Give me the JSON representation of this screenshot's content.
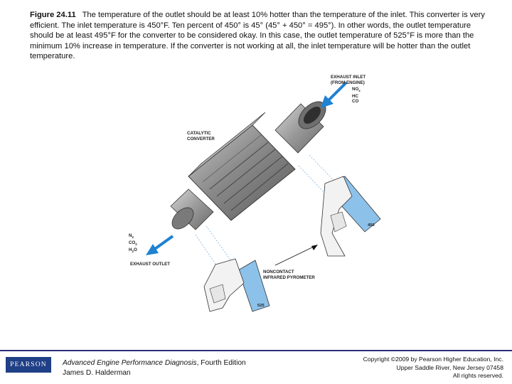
{
  "caption": {
    "figure_label": "Figure 24.11",
    "text": "The temperature of the outlet should be at least 10% hotter than the temperature of the inlet. This converter is very efficient. The inlet temperature is 450°F. Ten percent of 450° is 45° (45° + 450° = 495°). In other words, the outlet temperature should be at least 495°F for the converter to be considered okay. In this case, the outlet temperature of 525°F is more than the minimum 10% increase in temperature. If the converter is not working at all, the inlet temperature will be hotter than the outlet temperature."
  },
  "figure": {
    "inlet_label_line1": "EXHAUST INLET",
    "inlet_label_line2": "(FROM ENGINE)",
    "inlet_gases": [
      "NO",
      "HC",
      "CO"
    ],
    "inlet_gas_subscripts": [
      "x",
      "",
      ""
    ],
    "converter_label_line1": "CATALYTIC",
    "converter_label_line2": "CONVERTER",
    "outlet_gases": [
      "N",
      "CO",
      "H"
    ],
    "outlet_gas_subscripts": [
      "2",
      "2",
      "2"
    ],
    "outlet_gas_suffix": [
      "",
      "",
      "O"
    ],
    "outlet_label": "EXHAUST OUTLET",
    "pyrometer_label_line1": "NONCONTACT",
    "pyrometer_label_line2": "INFRARED PYROMETER",
    "inlet_reading": "450",
    "outlet_reading": "525"
  },
  "footer": {
    "logo_text": "PEARSON",
    "book_title": "Advanced Engine Performance Diagnosis",
    "edition": ", Fourth Edition",
    "author": "James D. Halderman",
    "copyright_line1": "Copyright ©2009 by Pearson Higher Education, Inc.",
    "copyright_line2": "Upper Saddle River, New Jersey 07458",
    "copyright_line3": "All rights reserved."
  },
  "colors": {
    "beam": "#7fb6e0",
    "arrow": "#1f82d2",
    "footer_rule": "#2b2e7a",
    "logo_bg": "#1f3f86"
  }
}
